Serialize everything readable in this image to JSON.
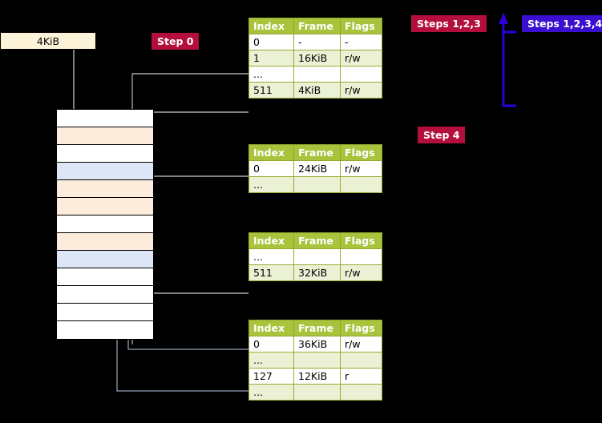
{
  "labels": {
    "kib_box": "4KiB",
    "step0": "Step 0",
    "step123": "Steps 1,2,3",
    "step1234": "Steps 1,2,3,4",
    "step4": "Step 4"
  },
  "tables": [
    {
      "name": "pml4-table",
      "headers": [
        "Index",
        "Frame",
        "Flags"
      ],
      "rows": [
        [
          "0",
          "-",
          "-"
        ],
        [
          "1",
          "16KiB",
          "r/w"
        ],
        [
          "...",
          "",
          ""
        ],
        [
          "511",
          "4KiB",
          "r/w"
        ]
      ]
    },
    {
      "name": "pdp-table",
      "headers": [
        "Index",
        "Frame",
        "Flags"
      ],
      "rows": [
        [
          "0",
          "24KiB",
          "r/w"
        ],
        [
          "...",
          "",
          ""
        ]
      ]
    },
    {
      "name": "pd-table",
      "headers": [
        "Index",
        "Frame",
        "Flags"
      ],
      "rows": [
        [
          "...",
          "",
          ""
        ],
        [
          "511",
          "32KiB",
          "r/w"
        ]
      ]
    },
    {
      "name": "pt-table",
      "headers": [
        "Index",
        "Frame",
        "Flags"
      ],
      "rows": [
        [
          "0",
          "36KiB",
          "r/w"
        ],
        [
          "...",
          "",
          ""
        ],
        [
          "127",
          "12KiB",
          "r"
        ],
        [
          "...",
          "",
          ""
        ]
      ]
    }
  ],
  "memory_column": {
    "name": "physical-memory-column",
    "rows": [
      {
        "fill": "mem-white",
        "tick": true
      },
      {
        "fill": "mem-orange",
        "tick": true
      },
      {
        "fill": "mem-white",
        "tick": true
      },
      {
        "fill": "mem-blue",
        "tick": true
      },
      {
        "fill": "mem-orange",
        "tick": true
      },
      {
        "fill": "mem-orange",
        "tick": true
      },
      {
        "fill": "mem-white",
        "tick": true
      },
      {
        "fill": "mem-orange",
        "tick": true
      },
      {
        "fill": "mem-blue",
        "tick": true
      },
      {
        "fill": "mem-white",
        "tick": false
      },
      {
        "fill": "mem-white",
        "tick": false
      },
      {
        "fill": "mem-white",
        "tick": false
      },
      {
        "fill": "mem-white",
        "tick": false
      }
    ]
  },
  "colors": {
    "table_header": "#a9c33c",
    "table_alt_row": "#ebf1d4",
    "step_red": "#b40f3c",
    "step_blue": "#3a0fd0",
    "mem_orange": "#fdebdc",
    "mem_blue": "#dce6f4",
    "kib_box": "#fdf3d8",
    "background": "#000000"
  }
}
